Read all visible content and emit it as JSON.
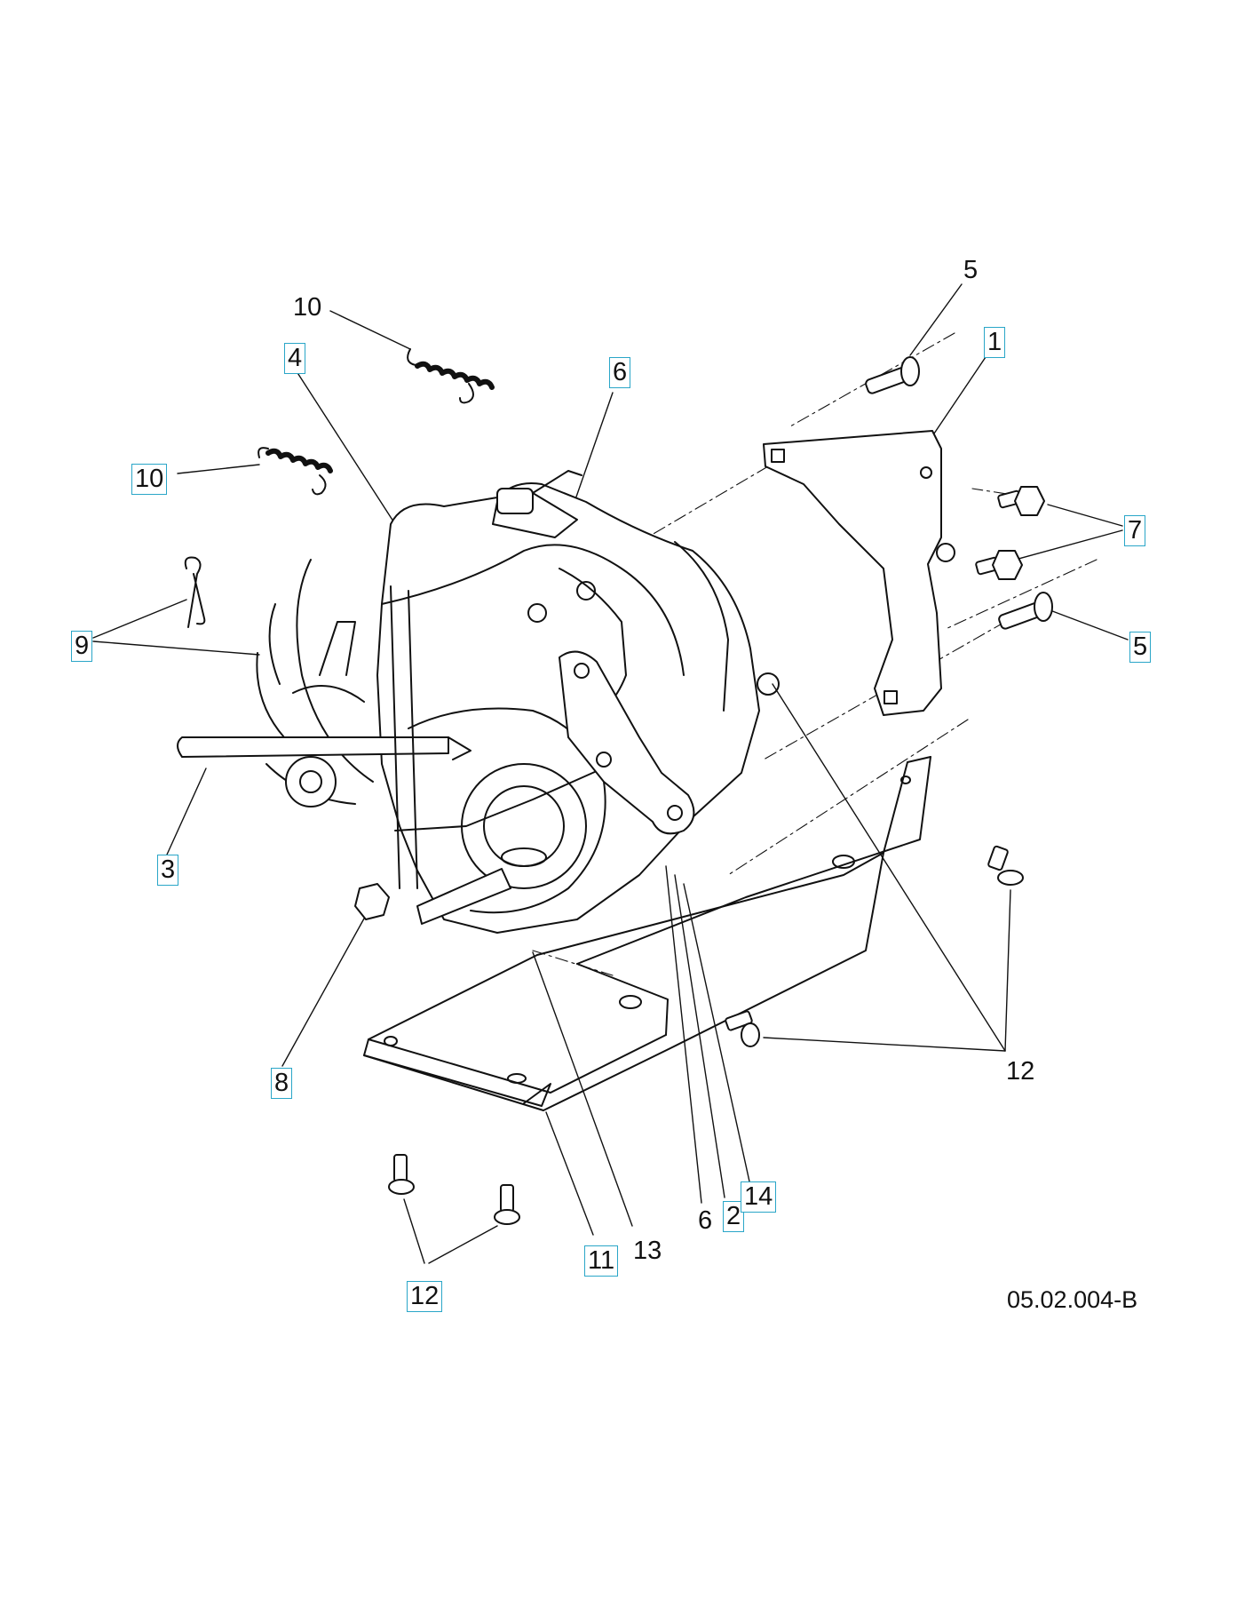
{
  "drawing_id": "05.02.004-B",
  "callouts": [
    {
      "key": "c5a",
      "text": "5",
      "boxed": false
    },
    {
      "key": "c1",
      "text": "1",
      "boxed": true
    },
    {
      "key": "c10a",
      "text": "10",
      "boxed": false
    },
    {
      "key": "c4",
      "text": "4",
      "boxed": true
    },
    {
      "key": "c6a",
      "text": "6",
      "boxed": true
    },
    {
      "key": "c10b",
      "text": "10",
      "boxed": true
    },
    {
      "key": "c7",
      "text": "7",
      "boxed": true
    },
    {
      "key": "c9",
      "text": "9",
      "boxed": true
    },
    {
      "key": "c5b",
      "text": "5",
      "boxed": true
    },
    {
      "key": "c3",
      "text": "3",
      "boxed": true
    },
    {
      "key": "c8",
      "text": "8",
      "boxed": true
    },
    {
      "key": "c12a",
      "text": "12",
      "boxed": false
    },
    {
      "key": "c6b",
      "text": "6",
      "boxed": false
    },
    {
      "key": "c2",
      "text": "2",
      "boxed": true
    },
    {
      "key": "c14",
      "text": "14",
      "boxed": true
    },
    {
      "key": "c11",
      "text": "11",
      "boxed": true
    },
    {
      "key": "c13",
      "text": "13",
      "boxed": false
    },
    {
      "key": "c12b",
      "text": "12",
      "boxed": true
    }
  ]
}
